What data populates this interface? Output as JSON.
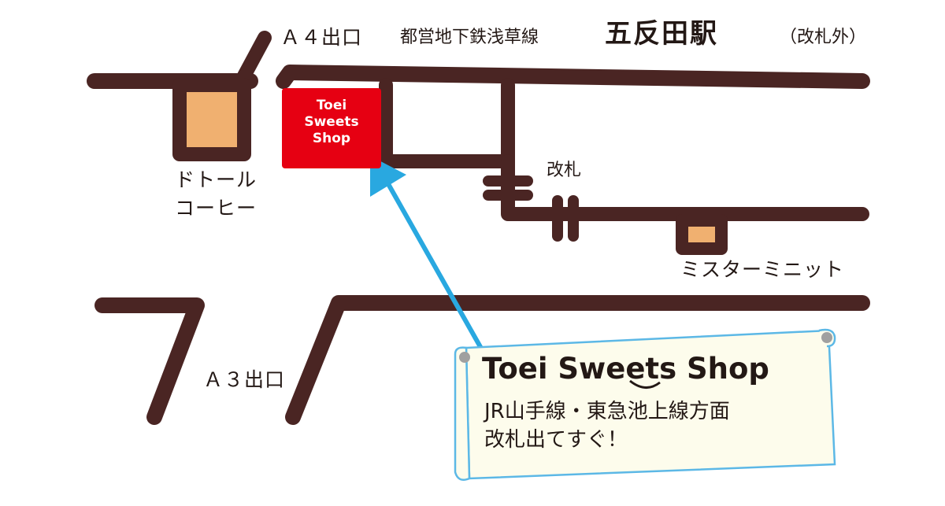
{
  "header": {
    "exit_a4": "Ａ４出口",
    "line_name": "都営地下鉄浅草線",
    "station": "五反田駅",
    "gate_note": "（改札外）"
  },
  "places": {
    "doutor_line1": "ドトール",
    "doutor_line2": "コーヒー",
    "gate": "改札",
    "mister_minit": "ミスターミニット",
    "exit_a3": "Ａ３出口"
  },
  "shop_logo": {
    "line1": "Toei",
    "line2": "Sweets",
    "line3": "Shop"
  },
  "callout": {
    "title": "Toei Sweets Shop",
    "line1": "JR山手線・東急池上線方面",
    "line2": "改札出てすぐ！"
  },
  "colors": {
    "road": "#4a2523",
    "shop": "#e60012",
    "store": "#f0b070",
    "arrow": "#29a8e0",
    "callout_fill": "#fdfcec",
    "callout_border": "#5cb8e6"
  }
}
